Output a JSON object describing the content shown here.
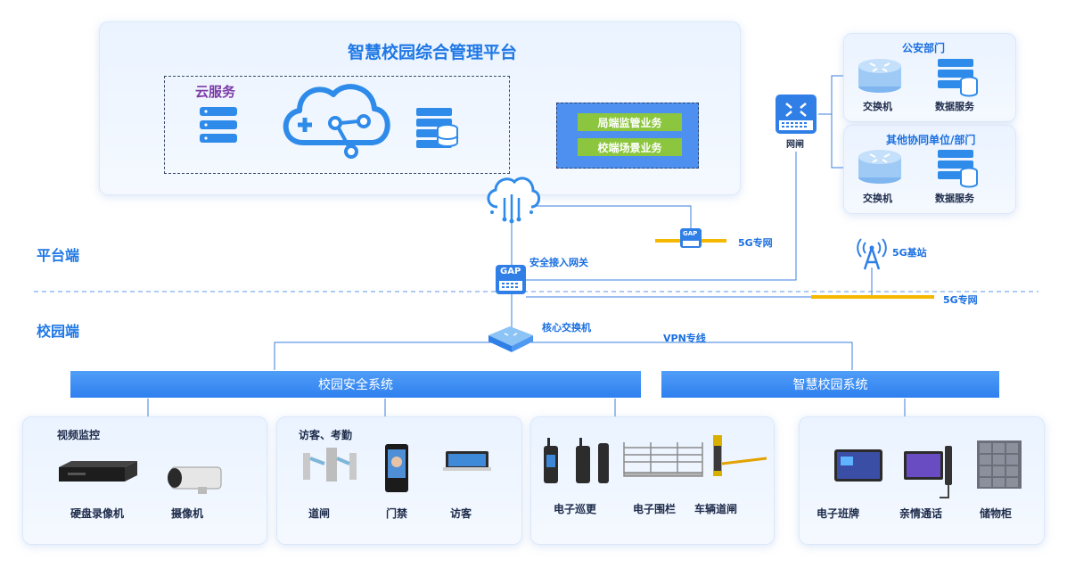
{
  "platform": {
    "title": "智慧校园综合管理平台",
    "cloud_label": "云服务",
    "services": [
      "局端监管业务",
      "校端场景业务"
    ]
  },
  "side_panels": [
    {
      "title": "公安部门",
      "items": [
        "交换机",
        "数据服务"
      ]
    },
    {
      "title": "其他协同单位/部门",
      "items": [
        "交换机",
        "数据服务"
      ]
    }
  ],
  "network": {
    "gateway_label": "网闸",
    "secure_gateway_label": "安全接入网关",
    "gap_text": "GAP",
    "private_5g_label": "5G专网",
    "base_station_label": "5G基站",
    "private_5g_label_2": "5G专网",
    "core_switch_label": "核心交换机",
    "vpn_label": "VPN专线"
  },
  "zones": {
    "platform": "平台端",
    "campus": "校园端"
  },
  "systems": {
    "safety": "校园安全系统",
    "smart": "智慧校园系统"
  },
  "groups": [
    {
      "title": "视频监控",
      "items": [
        "硬盘录像机",
        "摄像机"
      ]
    },
    {
      "title": "访客、考勤",
      "items": [
        "道闸",
        "门禁",
        "访客"
      ]
    },
    {
      "title": "",
      "items": [
        "电子巡更",
        "电子围栏",
        "车辆道闸"
      ]
    },
    {
      "title": "",
      "items": [
        "电子班牌",
        "亲情通话",
        "储物柜"
      ]
    }
  ],
  "colors": {
    "accent": "#1f78e6",
    "bar": "#3a8af3",
    "green": "#8cc63f",
    "yellow": "#f5b800"
  }
}
